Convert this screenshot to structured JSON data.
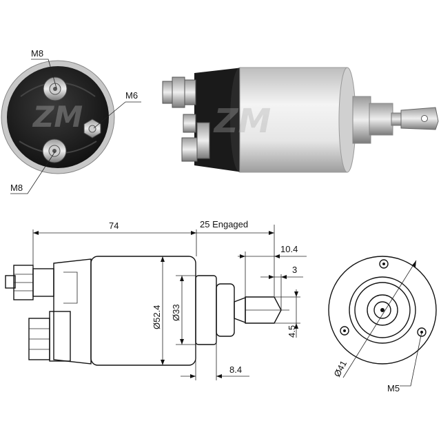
{
  "photo_labels": {
    "top_terminal": "M8",
    "side_terminal": "M6",
    "bottom_terminal": "M8"
  },
  "dimensions": {
    "length": "74",
    "engaged": "25 Engaged",
    "d104": "10.4",
    "d3": "3",
    "d45": "4.5",
    "dia524": "Ø52.4",
    "dia33": "Ø33",
    "d84": "8.4",
    "dia41": "Ø41",
    "m5": "M5"
  },
  "logo": {
    "text": "ZM"
  },
  "colors": {
    "line": "#111111",
    "body_grey": "#d8d8d8",
    "dark": "#1a1a1a"
  }
}
